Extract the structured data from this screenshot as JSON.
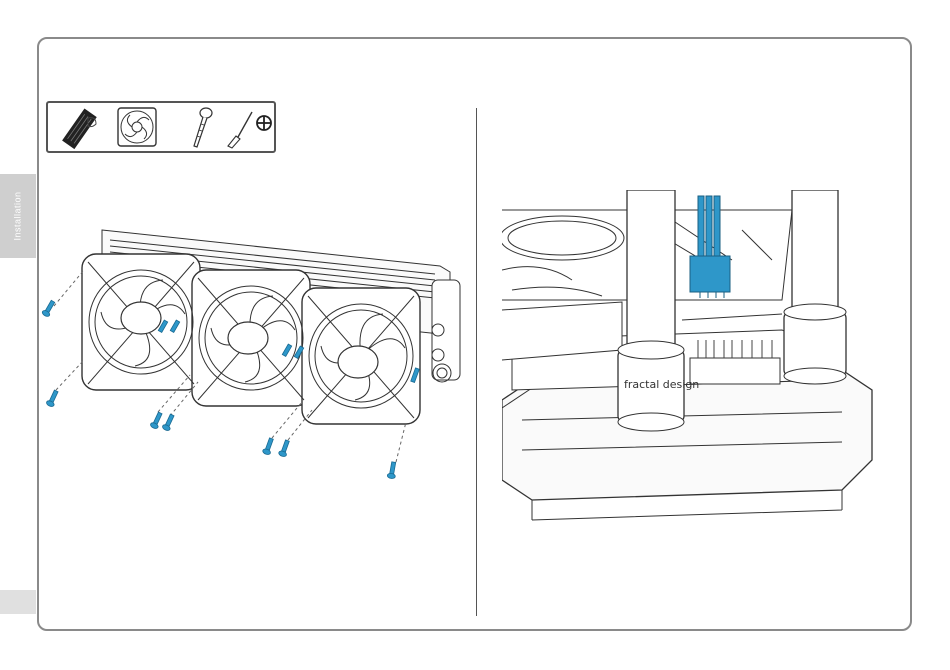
{
  "sidebar": {
    "section_label": "Installation"
  },
  "tools": [
    {
      "icon": "radiator-icon"
    },
    {
      "icon": "fan-icon"
    },
    {
      "icon": "screw-icon"
    },
    {
      "icon": "phillips-screwdriver-icon"
    }
  ],
  "illustrations": {
    "left": {
      "icon": "radiator-fan-assembly-illustration"
    },
    "right": {
      "icon": "pump-fan-connector-illustration",
      "brand_lettering": "fractal design"
    }
  },
  "colors": {
    "accent": "#2e97c9",
    "frame": "#8a8a8a",
    "tab": "#cfcfcf"
  }
}
